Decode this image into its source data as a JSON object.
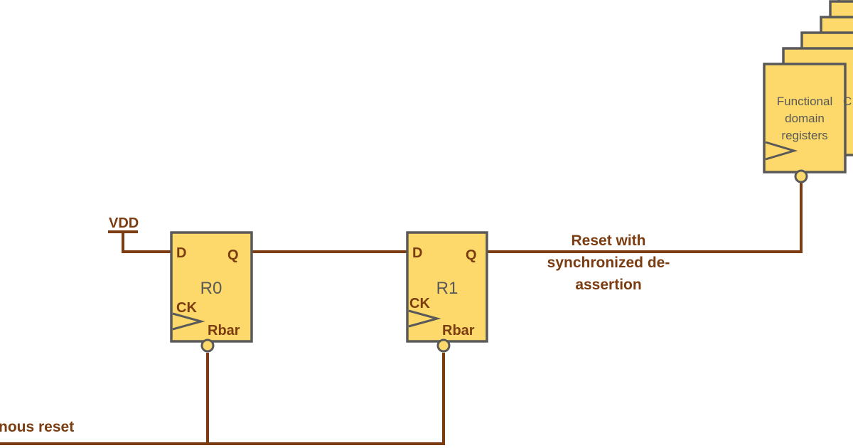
{
  "supply": {
    "label": "VDD"
  },
  "flipflops": [
    {
      "name": "R0",
      "d": "D",
      "q": "Q",
      "ck": "CK",
      "rbar": "Rbar"
    },
    {
      "name": "R1",
      "d": "D",
      "q": "Q",
      "ck": "CK",
      "rbar": "Rbar"
    }
  ],
  "nets": {
    "sync_reset": {
      "line1": "Reset with",
      "line2": "synchronized de-",
      "line3": "assertion"
    },
    "async_reset": {
      "label": "nous reset"
    }
  },
  "functional_registers": {
    "line1": "Functional",
    "line2": "domain",
    "line3": "registers",
    "clipped_letter": "C"
  },
  "colors": {
    "wire": "#7a3c10",
    "box_fill": "#fcd96a",
    "box_stroke": "#595959"
  }
}
